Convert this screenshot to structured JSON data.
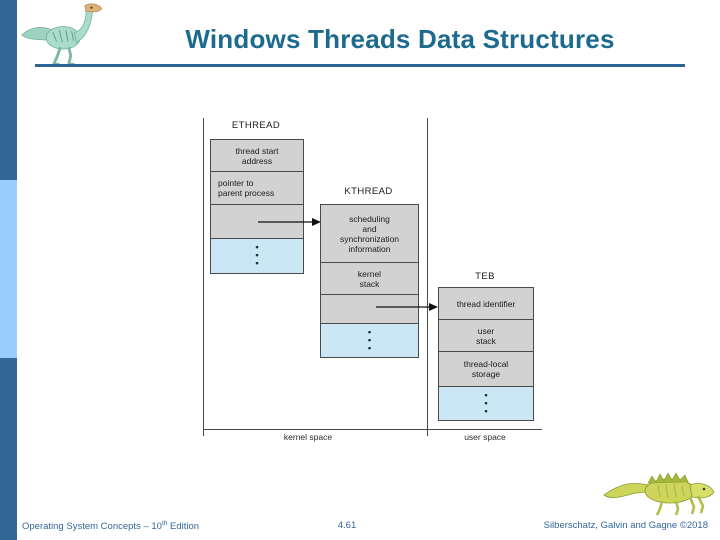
{
  "header": {
    "title": "Windows Threads Data Structures"
  },
  "diagram": {
    "ethread": {
      "label": "ETHREAD",
      "rows": [
        "thread start\naddress",
        "pointer to\nparent process",
        "",
        "•\n•\n•"
      ]
    },
    "kthread": {
      "label": "KTHREAD",
      "rows": [
        "scheduling\nand\nsynchronization\ninformation",
        "kernel\nstack",
        "",
        "•\n•\n•"
      ]
    },
    "teb": {
      "label": "TEB",
      "rows": [
        "thread identifier",
        "user\nstack",
        "thread-local\nstorage",
        "•\n•\n•"
      ]
    },
    "kernel_space_label": "kernel space",
    "user_space_label": "user space"
  },
  "footer": {
    "book_prefix": "Operating System Concepts – 10",
    "book_sup": "th",
    "book_suffix": " Edition",
    "page_number": "4.61",
    "credits": "Silberschatz, Galvin and Gagne ©2018"
  },
  "icons": {
    "header_logo": "dinosaur-logo-icon",
    "footer_logo": "dinosaur-logo-icon"
  },
  "colors": {
    "title_text": "#1c6b8e",
    "title_underline": "#2f6496",
    "sidebar_dark_blue": "#336699",
    "sidebar_light_blue": "#99ccff",
    "box_gray": "#d2d2d2",
    "box_light_blue": "#cbe7f5",
    "line_gray": "#4a4a4a",
    "footer_text_blue": "#336699"
  }
}
